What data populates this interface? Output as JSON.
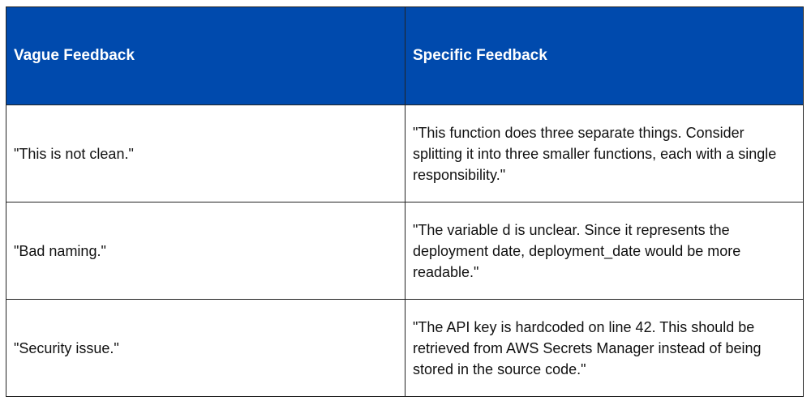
{
  "headers": [
    "Vague Feedback",
    "Specific Feedback"
  ],
  "rows": [
    {
      "vague": "\"This is not clean.\"",
      "specific": "\"This function does three separate things. Consider splitting it into three smaller functions, each with a single responsibility.\""
    },
    {
      "vague": "\"Bad naming.\"",
      "specific": "\"The variable d is unclear. Since it represents the deployment date, deployment_date would be more readable.\""
    },
    {
      "vague": "\"Security issue.\"",
      "specific": "\"The API key is hardcoded on line 42. This should be retrieved from AWS Secrets Manager instead of being stored in the source code.\""
    }
  ],
  "colors": {
    "header_bg": "#004aad"
  }
}
